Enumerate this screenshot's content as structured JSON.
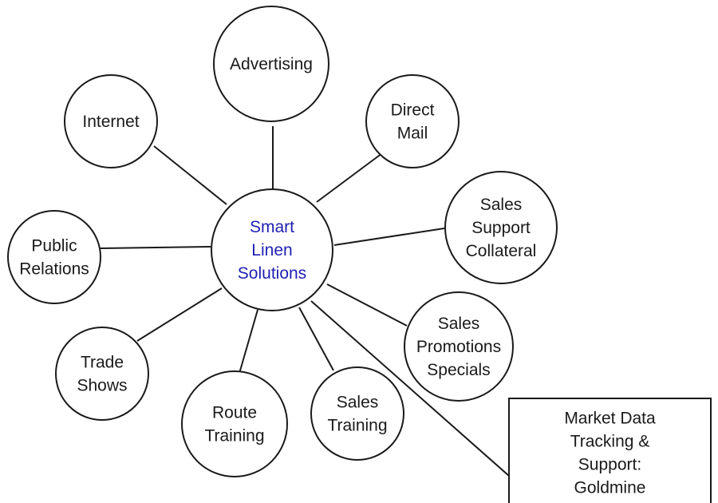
{
  "center": {
    "lines": [
      "Smart",
      "Linen",
      "Solutions"
    ],
    "text_color": "#1f1fb4"
  },
  "nodes": [
    {
      "id": "advertising",
      "lines": [
        "Advertising"
      ]
    },
    {
      "id": "internet",
      "lines": [
        "Internet"
      ]
    },
    {
      "id": "direct-mail",
      "lines": [
        "Direct",
        "Mail"
      ]
    },
    {
      "id": "sales-support-collateral",
      "lines": [
        "Sales",
        "Support",
        "Collateral"
      ]
    },
    {
      "id": "public-relations",
      "lines": [
        "Public",
        "Relations"
      ]
    },
    {
      "id": "sales-promotions-specials",
      "lines": [
        "Sales",
        "Promotions",
        "Specials"
      ]
    },
    {
      "id": "trade-shows",
      "lines": [
        "Trade",
        "Shows"
      ]
    },
    {
      "id": "route-training",
      "lines": [
        "Route",
        "Training"
      ]
    },
    {
      "id": "sales-training",
      "lines": [
        "Sales",
        "Training"
      ]
    },
    {
      "id": "market-data-tracking-support-goldmine",
      "lines": [
        "Market Data",
        "Tracking &",
        "Support:",
        "Goldmine"
      ]
    }
  ],
  "colors": {
    "stroke": "#1a1a1a",
    "text": "#1a1a1a",
    "background": "#ffffff"
  }
}
